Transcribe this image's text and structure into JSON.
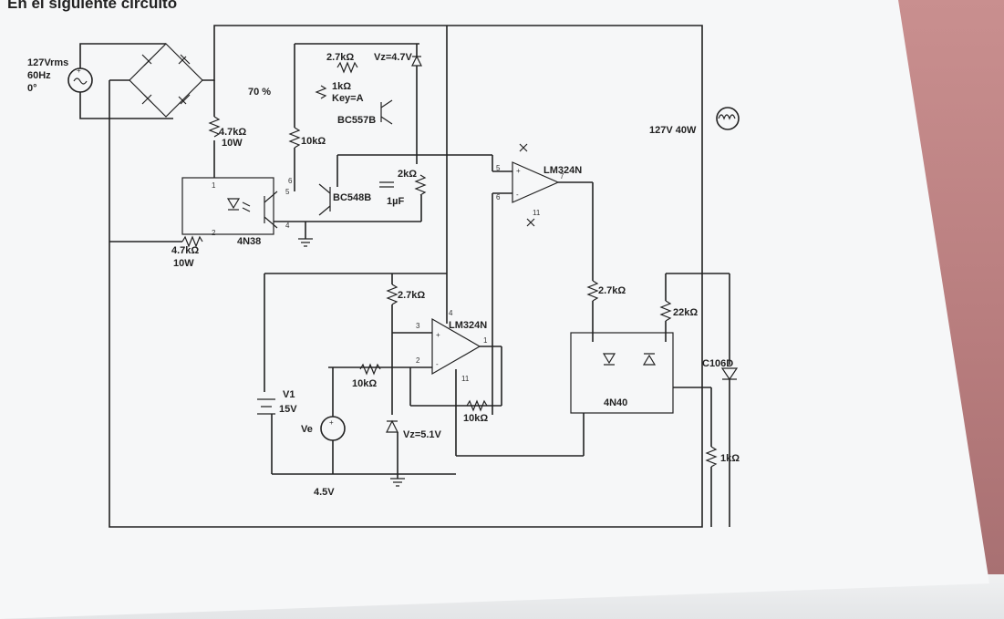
{
  "header_fragment": "En el siguiente circuito",
  "source": {
    "voltage": "127Vrms",
    "freq": "60Hz",
    "phase": "0°"
  },
  "percent_label": "70 %",
  "resistors": {
    "r_top_27k": "2.7kΩ",
    "zener_top": "Vz=4.7V",
    "pot_1k": "1kΩ",
    "pot_key": "Key=A",
    "bc557b": "BC557B",
    "r_47k_top": "4.7kΩ",
    "r_47k_top_w": "10W",
    "r_10k_left": "10kΩ",
    "r_2k": "2kΩ",
    "bc548b": "BC548B",
    "cap_1uf": "1µF",
    "r_47k_bot": "4.7kΩ",
    "r_47k_bot_w": "10W",
    "opto_4n38": "4N38",
    "r_27k_mid": "2.7kΩ",
    "lm324_mid": "LM324N",
    "r_10k_mid": "10kΩ",
    "r_10k_fb": "10kΩ",
    "zener_mid": "Vz=5.1V",
    "v1": "V1",
    "v1_val": "15V",
    "ve": "Ve",
    "ve_val": "4.5V",
    "lm324_top": "LM324N",
    "r_27k_right": "2.7kΩ",
    "r_22k": "22kΩ",
    "lamp": "127V 40W",
    "scr": "C106D",
    "opto_4n40": "4N40",
    "r_1k_right": "1kΩ"
  },
  "pins": {
    "p1": "1",
    "p2": "2",
    "p4": "4",
    "p5": "5",
    "p6": "6",
    "u3": "3",
    "u2": "2",
    "u4": "4",
    "u1": "1",
    "u11": "11",
    "t5": "5",
    "t6": "6",
    "t7": "7",
    "t11": "11",
    "plus": "+",
    "minus": "-"
  }
}
